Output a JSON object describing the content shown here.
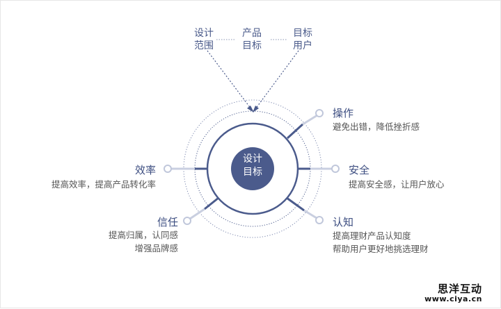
{
  "top_labels": [
    {
      "line1": "设计",
      "line2": "范围"
    },
    {
      "line1": "产品",
      "line2": "目标"
    },
    {
      "line1": "目标",
      "line2": "用户"
    }
  ],
  "core": {
    "line1": "设计",
    "line2": "目标"
  },
  "pillars": {
    "operation": {
      "title": "操作",
      "desc": [
        "避免出错，降低挫折感"
      ]
    },
    "safety": {
      "title": "安全",
      "desc": [
        "提高安全感，让用户放心"
      ]
    },
    "cognition": {
      "title": "认知",
      "desc": [
        "提高理财产品认知度",
        "帮助用户更好地挑选理财"
      ]
    },
    "efficiency": {
      "title": "效率",
      "desc": [
        "提高效率，提高产品转化率"
      ]
    },
    "trust": {
      "title": "信任",
      "desc": [
        "提高归属，认同感",
        "增强品牌感"
      ]
    }
  },
  "watermark": {
    "name": "思洋互动",
    "url": "www.ciya.cn"
  },
  "colors": {
    "primary": "#4b5b8c",
    "accent": "#c9cfe0",
    "text": "#555555"
  }
}
